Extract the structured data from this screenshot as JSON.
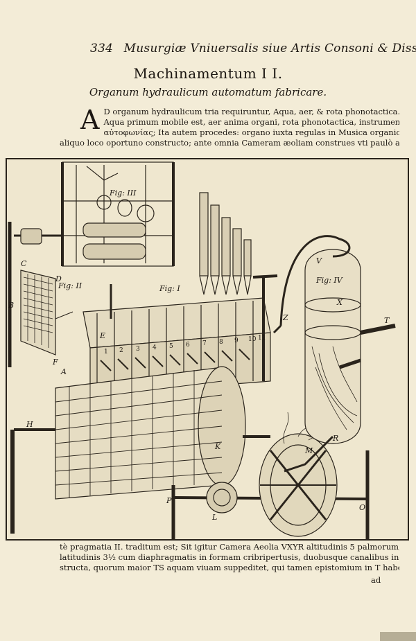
{
  "running_head": {
    "page_number": "334",
    "text": "Musurgiæ Vniuersalis siue Artis Consoni & Dissoni"
  },
  "chapter": {
    "title": "Machinamentum   I I.",
    "subtitle": "Organum hydraulicum automatum fabricare."
  },
  "intro": {
    "drop_cap": "A",
    "lines": [
      "D organum hydraulicum tria requiruntur, Aqua, aer, & rota phonotactica.;",
      "Aqua primum mobile est, aer anima organi, rota phonotactica, instrumentum",
      "αὐτοφωνίας; Ita autem procedes: organo iuxta regulas in Musica organica traditas, in",
      "aliquo loco oportuno constructo; ante omnia Cameram æoliam construes vti paulò an-"
    ]
  },
  "figure": {
    "labels": {
      "fig1": "Fig: I",
      "fig2": "Fig: II",
      "fig3": "Fig: III",
      "fig4": "Fig: IV",
      "A": "A",
      "B": "B",
      "C": "C",
      "D": "D",
      "E": "E",
      "F": "F",
      "H": "H",
      "K": "K",
      "L": "L",
      "M": "M",
      "O": "O",
      "P": "P",
      "R": "R",
      "T": "T",
      "V": "V",
      "X": "X",
      "Z": "Z"
    },
    "key_numbers": [
      "1",
      "2",
      "3",
      "4",
      "5",
      "6",
      "7",
      "8",
      "9",
      "10",
      "11"
    ]
  },
  "continuation": {
    "lines": [
      "tè pragmatia II. traditum est; Sit igitur Camera Aeolia VXYR altitudinis 5 palmorum,",
      "latitudinis 3½ cum diaphragmatis in formam cribripertusis, duobusque canalibus in-",
      "structa, quorum maior TS aquam viuam suppeditet, qui tamen epistomium in T habeat,"
    ],
    "catchword": "ad"
  }
}
